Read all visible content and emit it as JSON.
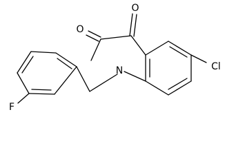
{
  "molecule": {
    "atoms": {
      "O_top": "O",
      "O_left": "O",
      "N": "N",
      "Cl": "Cl",
      "F": "F"
    },
    "colors": {
      "bond": "#000000",
      "label": "#000000",
      "background": "#ffffff"
    }
  }
}
